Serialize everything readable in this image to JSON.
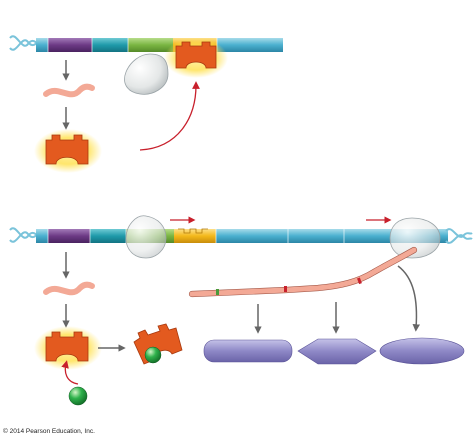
{
  "credit": "© 2014 Pearson Education, Inc.",
  "colors": {
    "dna_helix": "#7ac3da",
    "dna_cyan": "#4ab0cf",
    "promoter_purple": "#6d3a85",
    "region_teal": "#1f9aaa",
    "region_green": "#7ab542",
    "operator_yellow": "#f3b81a",
    "repressor_orange": "#e35a1f",
    "repressor_glow": "#ffe98a",
    "mrna": "#f3a996",
    "rna_polymerase": "#e9ebea",
    "inducer_green": "#2fb24c",
    "arrow_red": "#c8202c",
    "arrow_gray": "#666666",
    "protein_purple": "#8e88c6"
  },
  "icons": [
    "dna-double-helix",
    "rna-polymerase",
    "repressor-protein",
    "mrna-strand",
    "inducer-molecule",
    "enzyme-protein"
  ]
}
